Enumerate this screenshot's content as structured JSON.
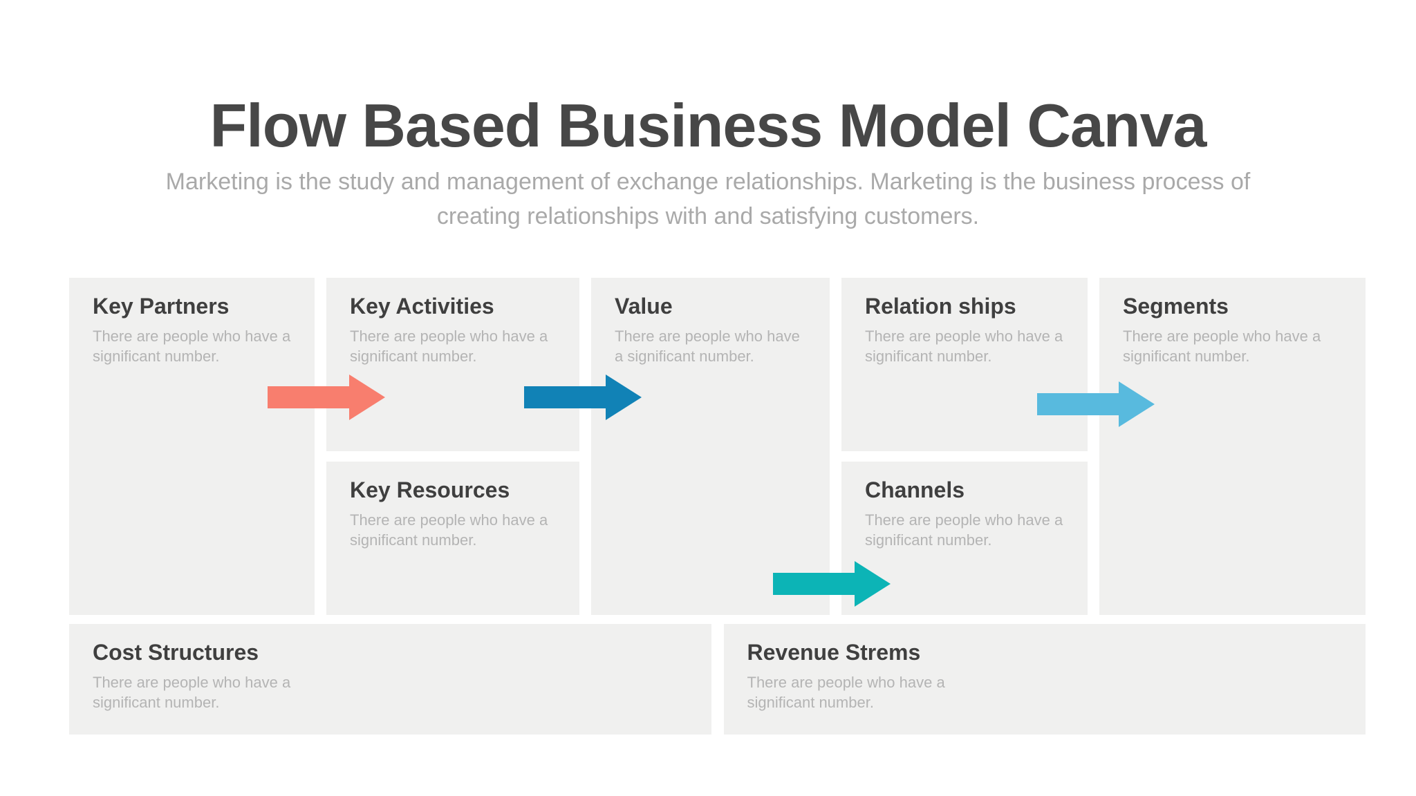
{
  "slide": {
    "title": "Flow Based Business Model Canva",
    "subtitle": "Marketing is the study and management of exchange relationships. Marketing is the business process of creating relationships with and satisfying customers."
  },
  "boxes": {
    "key_partners": {
      "title": "Key Partners",
      "body": "There are people who have a significant number."
    },
    "key_activities": {
      "title": "Key Activities",
      "body": "There are people who have a significant number."
    },
    "key_resources": {
      "title": "Key Resources",
      "body": "There are people who have a significant number."
    },
    "value": {
      "title": "Value",
      "body": "There are people who have a significant number."
    },
    "relationships": {
      "title": "Relation ships",
      "body": "There are people who have a significant number."
    },
    "channels": {
      "title": "Channels",
      "body": "There are people who have a significant number."
    },
    "segments": {
      "title": "Segments",
      "body": "There are people who have a significant number."
    },
    "cost_structures": {
      "title": "Cost Structures",
      "body": "There are people who have a significant number."
    },
    "revenue_streams": {
      "title": "Revenue Strems",
      "body": "There are people who have a significant number."
    }
  },
  "arrows": {
    "partners_to_activities": {
      "color": "#f87e6e",
      "direction": "right"
    },
    "activities_to_value": {
      "color": "#1182b6",
      "direction": "right"
    },
    "value_to_channels": {
      "color": "#0cb4b6",
      "direction": "right"
    },
    "relationships_to_segments": {
      "color": "#58bade",
      "direction": "right"
    }
  },
  "colors": {
    "page_bg": "#ffffff",
    "box_bg": "#f0f0ef",
    "title_text": "#474747",
    "subtitle_text": "#a9a9a9",
    "heading_text": "#3f3f3f",
    "body_text": "#b4b4b4"
  }
}
